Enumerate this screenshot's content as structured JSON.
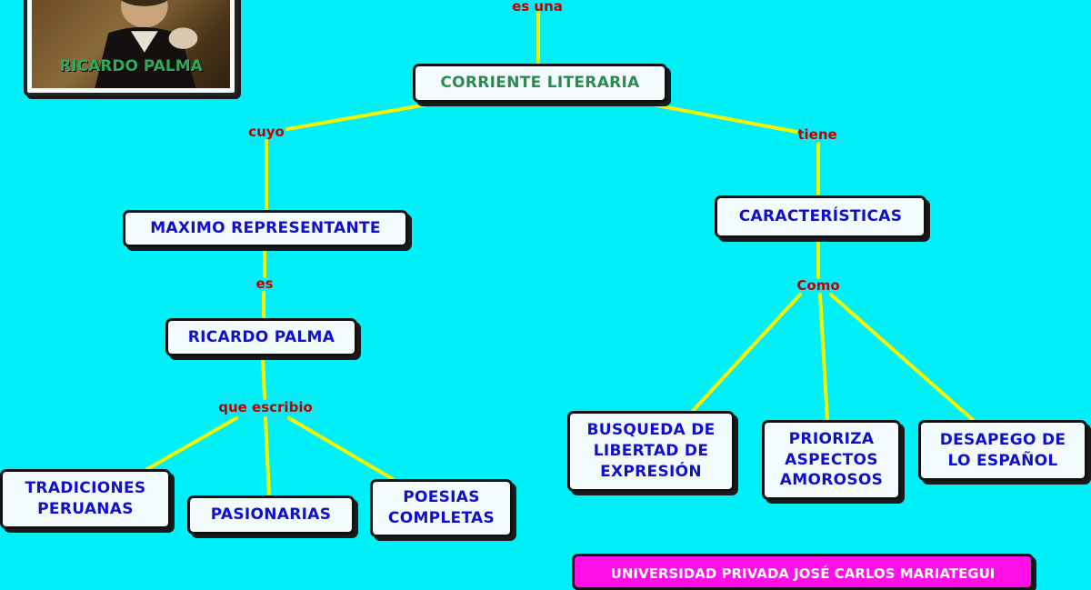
{
  "portrait": {
    "caption": "RICARDO PALMA",
    "image": "portrait-photo"
  },
  "links": {
    "top": "es una",
    "cuyo": "cuyo",
    "tiene": "tiene",
    "es": "es",
    "como": "Como",
    "que_escribio": "que escribio"
  },
  "nodes": {
    "root": "CORRIENTE LITERARIA",
    "maximo": "MAXIMO REPRESENTANTE",
    "caracteristicas": "CARACTERÍSTICAS",
    "ricardo": "RICARDO PALMA",
    "tradiciones": "TRADICIONES\nPERUANAS",
    "pasionarias": "PASIONARIAS",
    "poesias": "POESIAS\nCOMPLETAS",
    "busqueda": "BUSQUEDA DE\nLIBERTAD DE\nEXPRESIÓN",
    "prioriza": "PRIORIZA\nASPECTOS\nAMOROSOS",
    "desapego": "DESAPEGO DE\nLO ESPAÑOL"
  },
  "banner": {
    "text": "UNIVERSIDAD PRIVADA JOSÉ CARLOS MARIATEGUI"
  },
  "colors": {
    "background": "#00f0f8",
    "connector": "#f4f400",
    "node_text": "#1010cc",
    "root_text": "#2b8a50",
    "link_text": "#c00000",
    "banner": "#ff10e8"
  }
}
